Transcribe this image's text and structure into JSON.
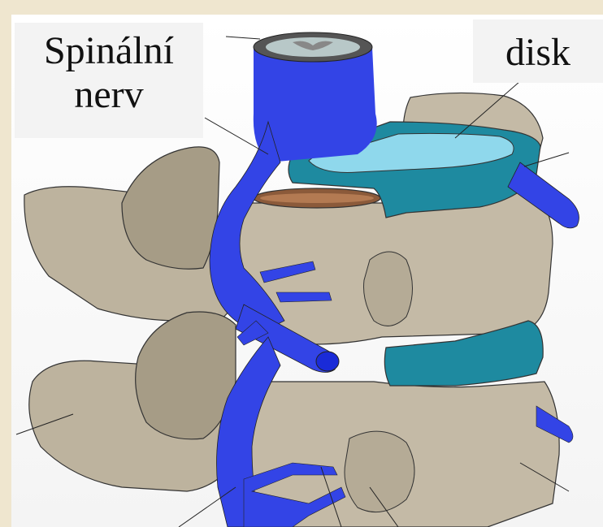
{
  "labels": {
    "spinal_nerve_line1": "Spinální",
    "spinal_nerve_line2": "nerv",
    "disk": "disk"
  },
  "colors": {
    "background": "#efe6cf",
    "bone": "#c2b8a3",
    "bone_shadow": "#a69c86",
    "nerve": "#3344e6",
    "disk_outer": "#1e8aa0",
    "disk_inner": "#8fd8ec",
    "cord_ring": "#8b5a3a",
    "label_box": "#f3f3f3"
  }
}
